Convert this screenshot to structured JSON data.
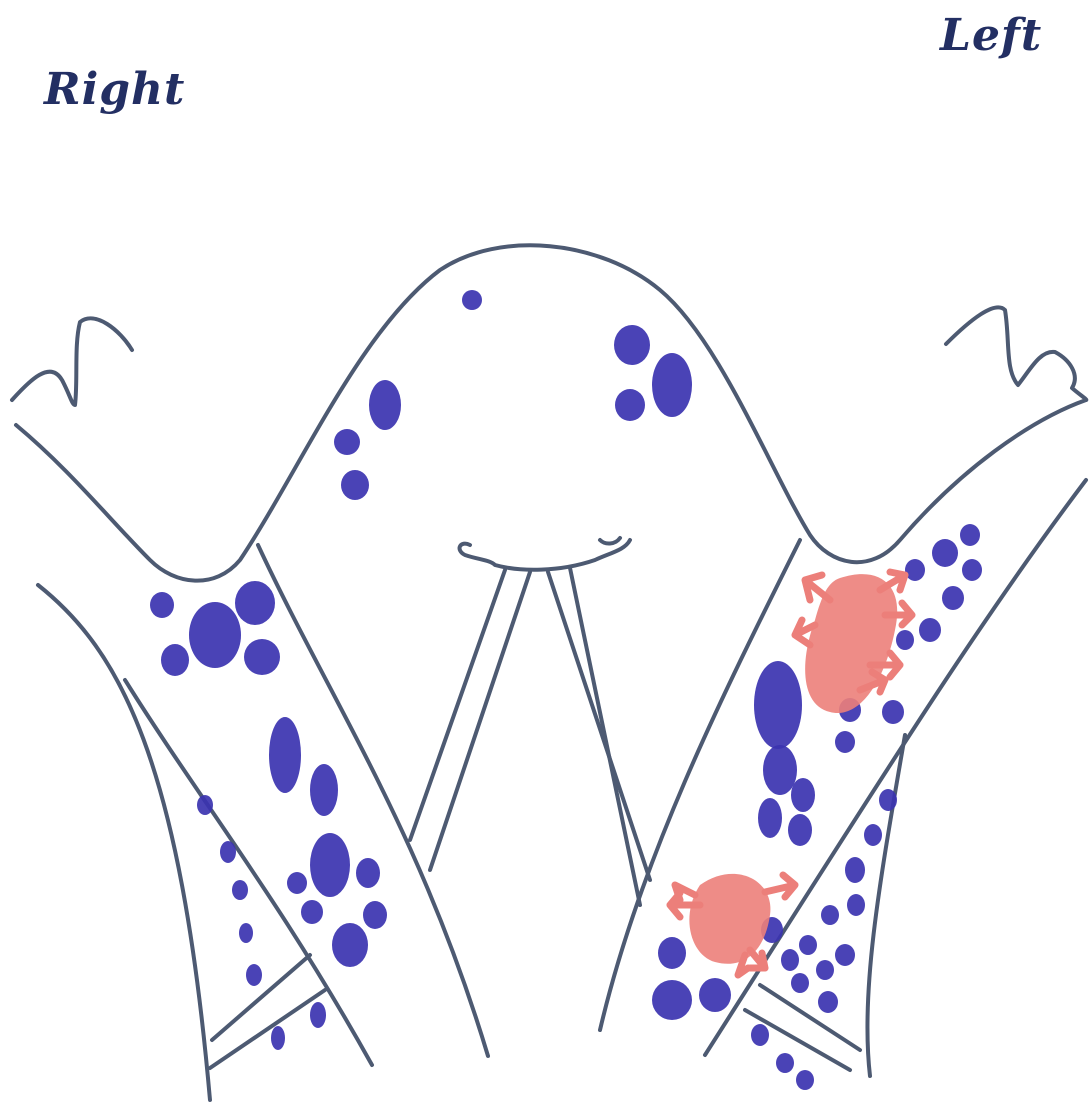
{
  "labels": {
    "right": "Right",
    "left": "Left"
  },
  "colors": {
    "background": "#ffffff",
    "outline": "#4d5a72",
    "label": "#232f63",
    "lymph_node": "#3b33b0",
    "tumour": "#ec7f7a"
  },
  "icons": {
    "node": "filled-circle",
    "tumour": "pink-blob-with-arrows"
  }
}
